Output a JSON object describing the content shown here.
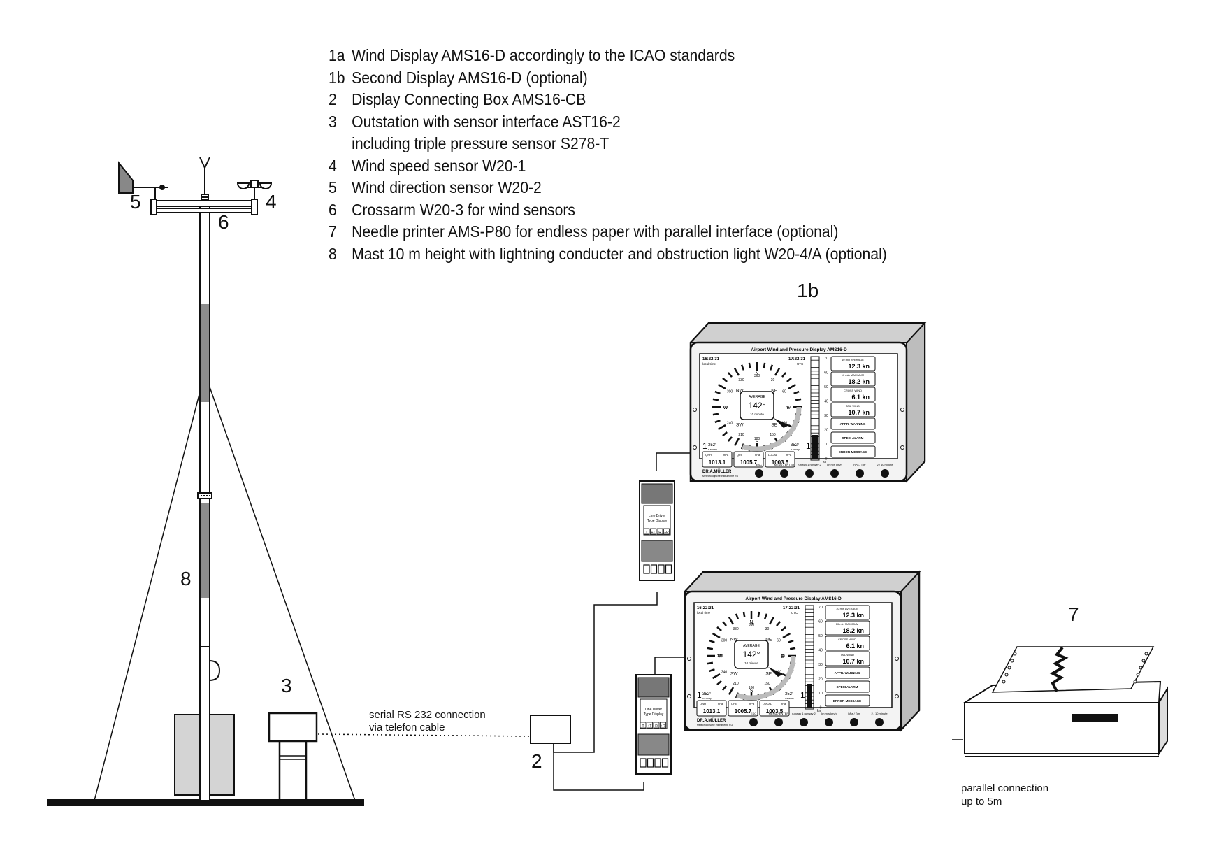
{
  "legend": [
    {
      "num": "1a",
      "text": "Wind Display AMS16-D accordingly to the ICAO standards"
    },
    {
      "num": "1b",
      "text": "Second Display AMS16-D (optional)"
    },
    {
      "num": "2",
      "text": "Display Connecting Box AMS16-CB"
    },
    {
      "num": "3",
      "text": "Outstation with sensor interface AST16-2"
    },
    {
      "num": "",
      "text": "including triple pressure sensor S278-T"
    },
    {
      "num": "4",
      "text": "Wind speed sensor W20-1"
    },
    {
      "num": "5",
      "text": "Wind direction sensor W20-2"
    },
    {
      "num": "6",
      "text": "Crossarm W20-3 for wind sensors"
    },
    {
      "num": "7",
      "text": "Needle printer AMS-P80 for endless paper with parallel interface (optional)"
    },
    {
      "num": "8",
      "text": "Mast 10 m height with lightning conducter and obstruction light W20-4/A (optional)"
    }
  ],
  "callouts": {
    "c1b": "1b",
    "c2": "2",
    "c3": "3",
    "c4": "4",
    "c5": "5",
    "c6": "6",
    "c7": "7",
    "c8": "8"
  },
  "connections": {
    "serial_line1": "serial RS 232 connection",
    "serial_line2": "via telefon cable",
    "parallel_line1": "parallel connection",
    "parallel_line2": "up to 5m"
  },
  "display": {
    "title": "Airport Wind and Pressure Display AMS16-D",
    "local_time": "16:22:31",
    "local_label": "local time",
    "utc_time": "17:22:31",
    "utc_label": "UTC",
    "compass_N": "N",
    "compass_S": "S",
    "compass_E": "E",
    "compass_W": "W",
    "compass_NW": "NW",
    "compass_NE": "NE",
    "compass_SW": "SW",
    "compass_SE": "SE",
    "deg_360": "360",
    "deg_30": "30",
    "deg_60": "60",
    "deg_90": "90",
    "deg_120": "120",
    "deg_150": "150",
    "deg_180": "180",
    "deg_210": "210",
    "deg_240": "240",
    "deg_270": "270",
    "deg_300": "300",
    "deg_330": "330",
    "average_label": "AVERAGE",
    "average_value": "142°",
    "average_period": "10 minute",
    "runway_left": "352°",
    "runway_right": "352°",
    "runway_word": "runway",
    "runway_num": "1",
    "qnh_label": "QNH",
    "qnh_unit": "hPa",
    "qnh_value": "1013.1",
    "qfe_label": "QFE",
    "qfe_unit": "hPa",
    "qfe_value": "1005.7",
    "local_p_label": "LOCAL",
    "local_p_unit": "hPa",
    "local_p_value": "1003.5",
    "bar_ticks": [
      "70",
      "60",
      "50",
      "40",
      "30",
      "20",
      "10",
      "0"
    ],
    "bar_unit": "kn",
    "avg10_label": "10 min AVERAGE",
    "avg10_value": "12.3 kn",
    "max10_label": "10 min MAXIMUM",
    "max10_value": "18.2 kn",
    "cross_label": "CROSS WIND",
    "cross_value": "6.1 kn",
    "tail_label": "TAIL WIND",
    "tail_value": "10.7 kn",
    "appr_label": "APPR. WARNING",
    "speci_label": "SPECI ALARM",
    "error_label": "ERROR-MESSAGE",
    "brand": "DR.A.MÜLLER",
    "brand_sub": "Meteorologische Instrumente KG",
    "buttons": [
      "ESC",
      "MENU / ENTER",
      "runway 1 runway 2",
      "kn m/s km/h",
      "hPa / Torr",
      "2 / 10 minute"
    ]
  },
  "din_box": {
    "label1": "Line Driver",
    "label2": "Type Display",
    "terms": [
      "T",
      "+T",
      "R",
      "+R"
    ]
  },
  "colors": {
    "line": "#111111",
    "panel": "#f2f2f2",
    "panel_dark": "#d8d8d8",
    "mast_band": "#9a9a9a"
  }
}
